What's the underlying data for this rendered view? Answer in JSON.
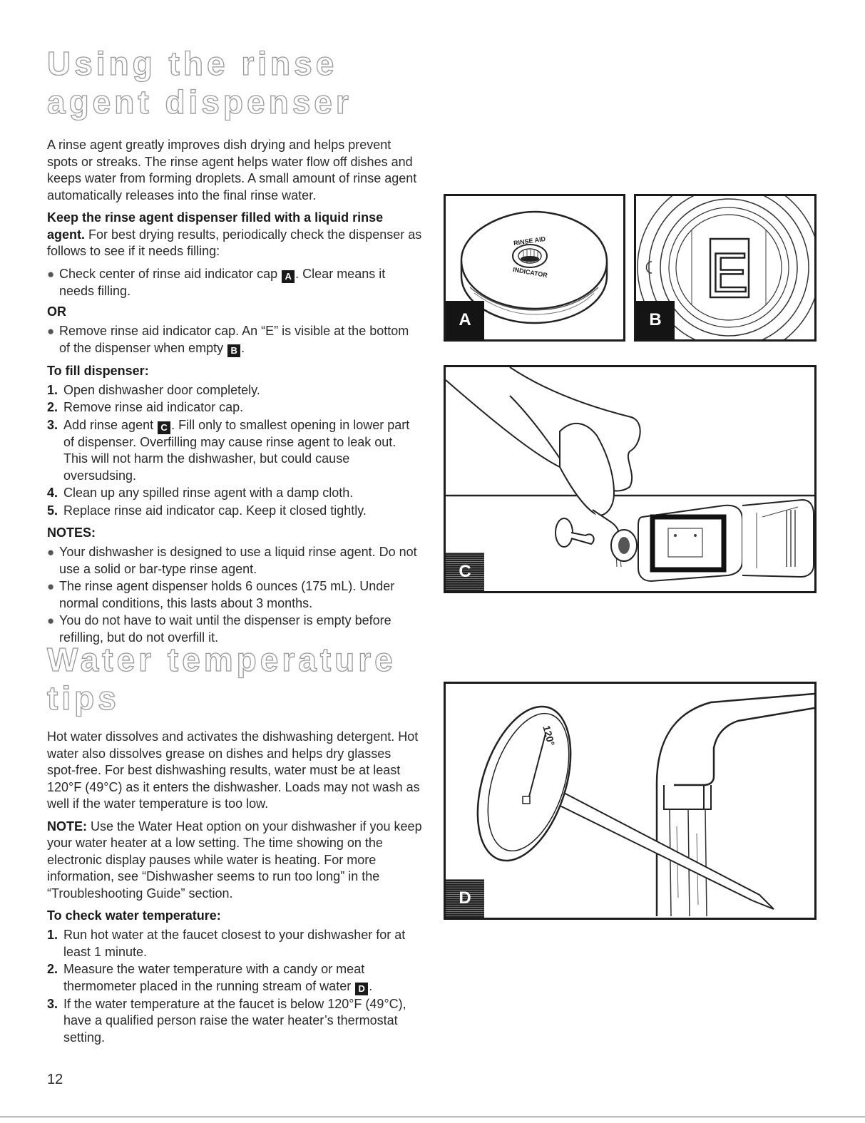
{
  "section1": {
    "title": "Using the rinse agent dispenser",
    "intro": "A rinse agent greatly improves dish drying and helps prevent spots or streaks. The rinse agent helps water flow off dishes and keeps water from forming droplets. A small amount of rinse agent automatically releases into the final rinse water.",
    "keep_bold": "Keep the rinse agent dispenser filled with a liquid rinse agent.",
    "keep_rest": " For best drying results, periodically check the dispenser as follows to see if it needs filling:",
    "check_bullet_pre": "Check center of rinse aid indicator cap ",
    "check_bullet_post": ". Clear means it needs filling.",
    "or_label": "OR",
    "remove_bullet_pre": "Remove rinse aid indicator cap. An “E” is visible at the bottom of the dispenser when empty ",
    "remove_bullet_post": ".",
    "fill_heading": "To fill dispenser:",
    "fill_steps": [
      {
        "num": "1.",
        "text": "Open dishwasher door completely."
      },
      {
        "num": "2.",
        "text": "Remove rinse aid indicator cap."
      },
      {
        "num": "3.",
        "pre": "Add rinse agent ",
        "post": ". Fill only to smallest opening in lower part of dispenser. Overfilling may cause rinse agent to leak out. This will not harm the dishwasher, but could cause oversudsing."
      },
      {
        "num": "4.",
        "text": "Clean up any spilled rinse agent with a damp cloth."
      },
      {
        "num": "5.",
        "text": "Replace rinse aid indicator cap. Keep it closed tightly."
      }
    ],
    "notes_heading": "NOTES:",
    "notes": [
      "Your dishwasher is designed to use a liquid rinse agent. Do not use a solid or bar-type rinse agent.",
      "The rinse agent dispenser holds 6 ounces (175 mL). Under normal conditions, this lasts about 3 months.",
      "You do not have to wait until the dispenser is empty before refilling, but do not overfill it."
    ]
  },
  "section2": {
    "title": "Water temperature tips",
    "intro": "Hot water dissolves and activates the dishwashing detergent. Hot water also dissolves grease on dishes and helps dry glasses spot-free. For best dishwashing results, water must be at least 120°F (49°C) as it enters the dishwasher. Loads may not wash as well if the water temperature is too low.",
    "note_bold": "NOTE:",
    "note_rest": " Use the Water Heat option on your dishwasher if you keep your water heater at a low setting. The time showing on the electronic display pauses while water is heating. For more information, see “Dishwasher seems to run too long” in the “Troubleshooting Guide” section.",
    "check_heading": "To check water temperature:",
    "check_steps": [
      {
        "num": "1.",
        "text": "Run hot water at the faucet closest to your dishwasher for at least 1 minute."
      },
      {
        "num": "2.",
        "pre": "Measure the water temperature with a candy or meat thermometer placed in the running stream of water ",
        "post": "."
      },
      {
        "num": "3.",
        "text": "If the water temperature at the faucet is below 120°F (49°C), have a qualified person raise the water heater’s thermostat setting."
      }
    ]
  },
  "badges": {
    "a": "A",
    "b": "B",
    "c": "C",
    "d": "D"
  },
  "figures": {
    "a": {
      "cap_text_top": "RINSE AID",
      "cap_text_bottom": "INDICATOR"
    },
    "b": {
      "letter": "E"
    },
    "d": {
      "dial_text": "120°"
    }
  },
  "page_number": "12"
}
